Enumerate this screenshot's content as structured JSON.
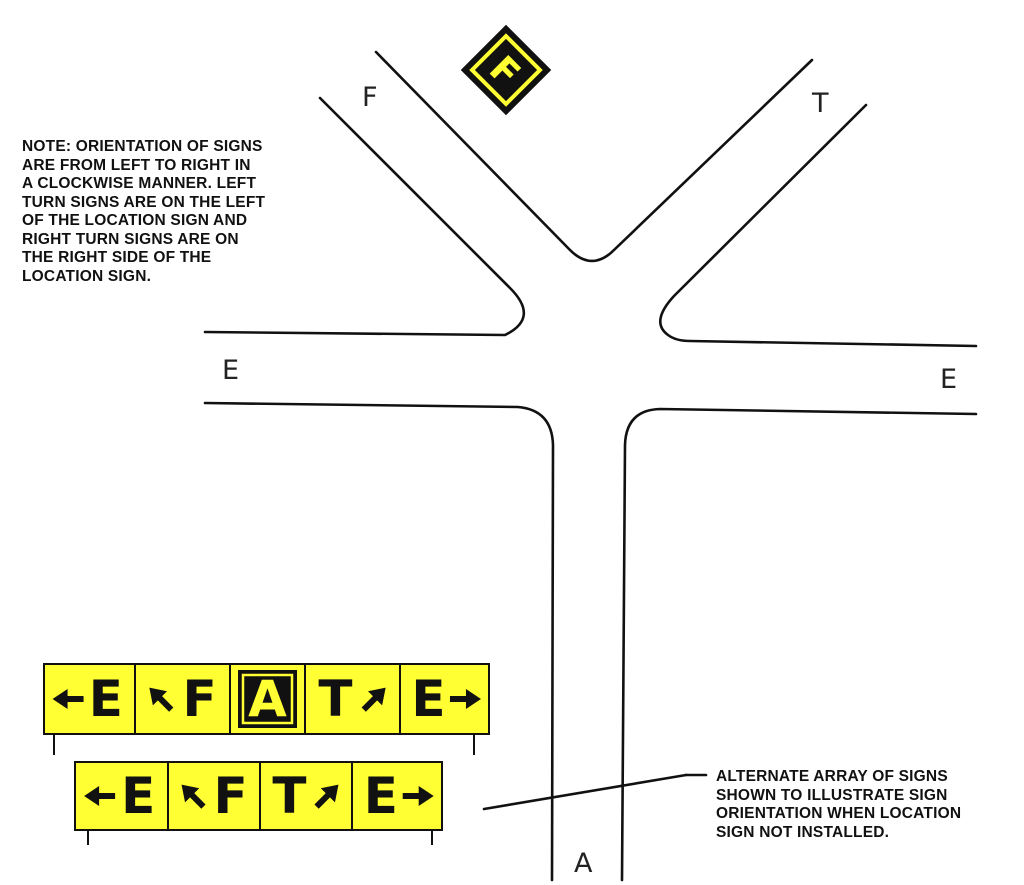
{
  "labels": {
    "f": "F",
    "t": "T",
    "e_left": "E",
    "e_right": "E",
    "a": "A"
  },
  "location_sign": {
    "letter": "F"
  },
  "note": {
    "lines": [
      "NOTE: ORIENTATION OF SIGNS",
      "ARE FROM LEFT TO RIGHT IN",
      "A CLOCKWISE MANNER. LEFT",
      "TURN SIGNS ARE ON THE LEFT",
      "OF THE LOCATION SIGN AND",
      "RIGHT TURN SIGNS ARE ON",
      "THE RIGHT SIDE OF THE",
      "LOCATION SIGN."
    ]
  },
  "alternate_note": {
    "lines": [
      "ALTERNATE ARRAY OF SIGNS",
      "SHOWN TO ILLUSTRATE SIGN",
      "ORIENTATION WHEN LOCATION",
      "SIGN NOT INSTALLED."
    ]
  },
  "sign_array_1": {
    "panels": [
      {
        "letter": "E",
        "arrow": "left",
        "arrow_side": "before",
        "location": false
      },
      {
        "letter": "F",
        "arrow": "up-left",
        "arrow_side": "before",
        "location": false
      },
      {
        "letter": "A",
        "arrow": "none",
        "arrow_side": "none",
        "location": true
      },
      {
        "letter": "T",
        "arrow": "up-right",
        "arrow_side": "after",
        "location": false
      },
      {
        "letter": "E",
        "arrow": "right",
        "arrow_side": "after",
        "location": false
      }
    ]
  },
  "sign_array_2": {
    "panels": [
      {
        "letter": "E",
        "arrow": "left",
        "arrow_side": "before",
        "location": false
      },
      {
        "letter": "F",
        "arrow": "up-left",
        "arrow_side": "before",
        "location": false
      },
      {
        "letter": "T",
        "arrow": "up-right",
        "arrow_side": "after",
        "location": false
      },
      {
        "letter": "E",
        "arrow": "right",
        "arrow_side": "after",
        "location": false
      }
    ]
  },
  "colors": {
    "sign_yellow": "#ffff33",
    "sign_black": "#111111",
    "line": "#111111"
  }
}
